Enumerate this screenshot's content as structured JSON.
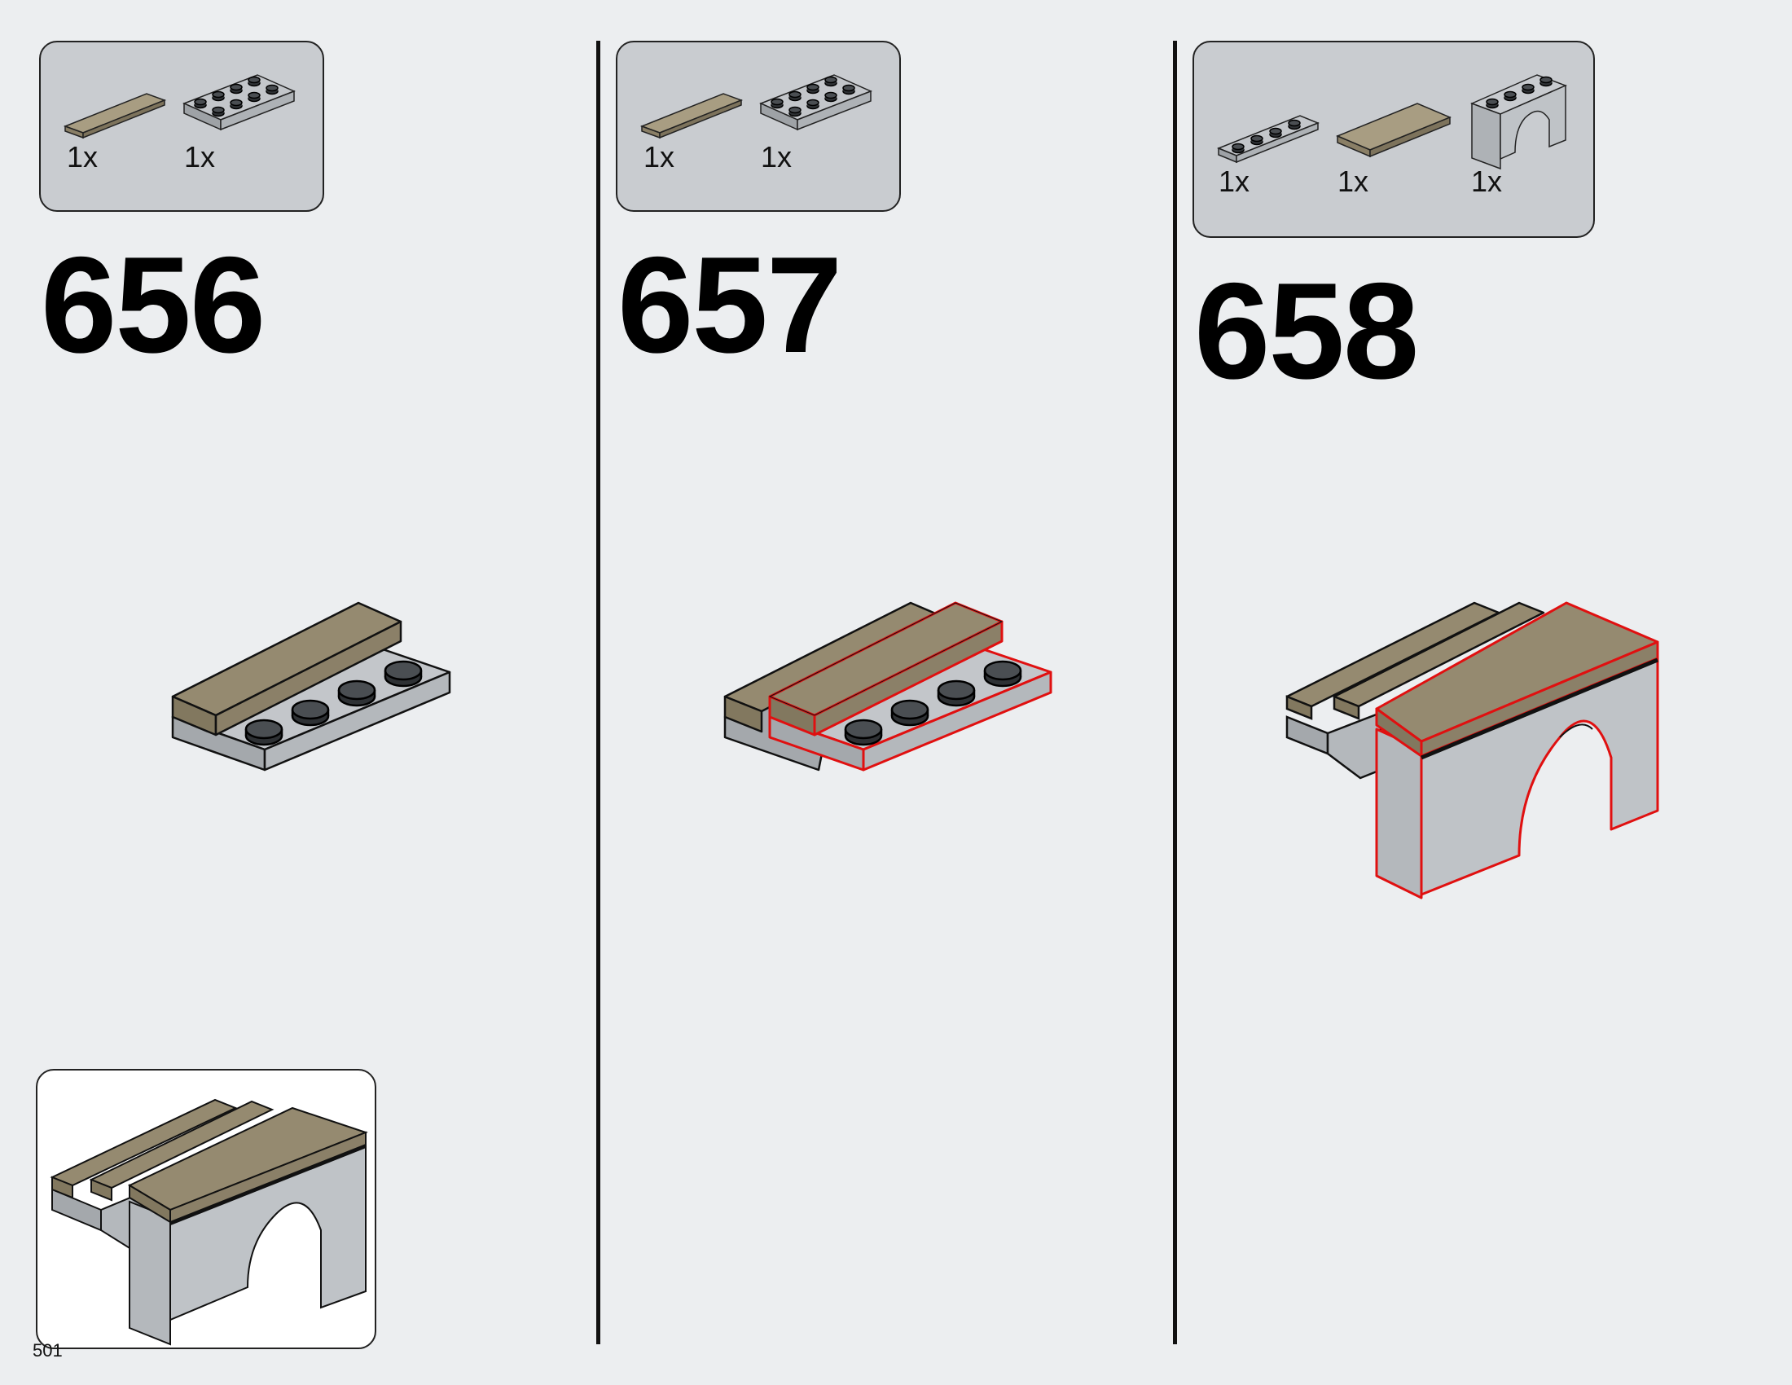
{
  "colors": {
    "background": "#eceef0",
    "parts_box": "#c9ccd0",
    "tan": "#958a70",
    "light_gray": "#b8bcc0",
    "stud_dark": "#3a3d40",
    "highlight": "#e01010"
  },
  "steps": [
    {
      "number": "656",
      "parts": [
        {
          "qty": "1x",
          "icon": "tan-tile-1x4-icon"
        },
        {
          "qty": "1x",
          "icon": "gray-plate-2x4-icon"
        }
      ]
    },
    {
      "number": "657",
      "parts": [
        {
          "qty": "1x",
          "icon": "tan-tile-1x4-icon"
        },
        {
          "qty": "1x",
          "icon": "gray-plate-2x4-icon"
        }
      ]
    },
    {
      "number": "658",
      "parts": [
        {
          "qty": "1x",
          "icon": "gray-plate-1x4-icon"
        },
        {
          "qty": "1x",
          "icon": "tan-tile-2x4-icon"
        },
        {
          "qty": "1x",
          "icon": "gray-arch-1x4-icon"
        }
      ]
    }
  ],
  "page_number": "501"
}
